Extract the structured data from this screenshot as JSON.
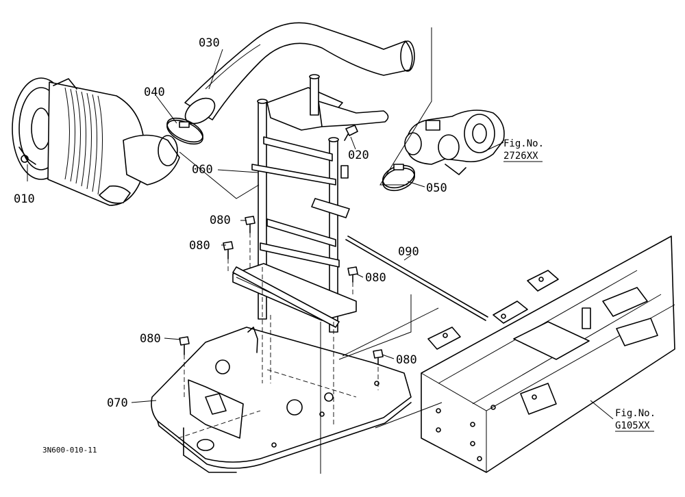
{
  "callouts": {
    "c010": "010",
    "c020": "020",
    "c030": "030",
    "c040": "040",
    "c050": "050",
    "c060": "060",
    "c070": "070",
    "c080a": "080",
    "c080b": "080",
    "c080c": "080",
    "c080d": "080",
    "c080e": "080",
    "c090": "090"
  },
  "fig_refs": {
    "turbo_prefix": "Fig.No.",
    "turbo_code": "2726XX",
    "frame_prefix": "Fig.No.",
    "frame_code": "G105XX"
  },
  "drawing_code": "3N600-010-11"
}
